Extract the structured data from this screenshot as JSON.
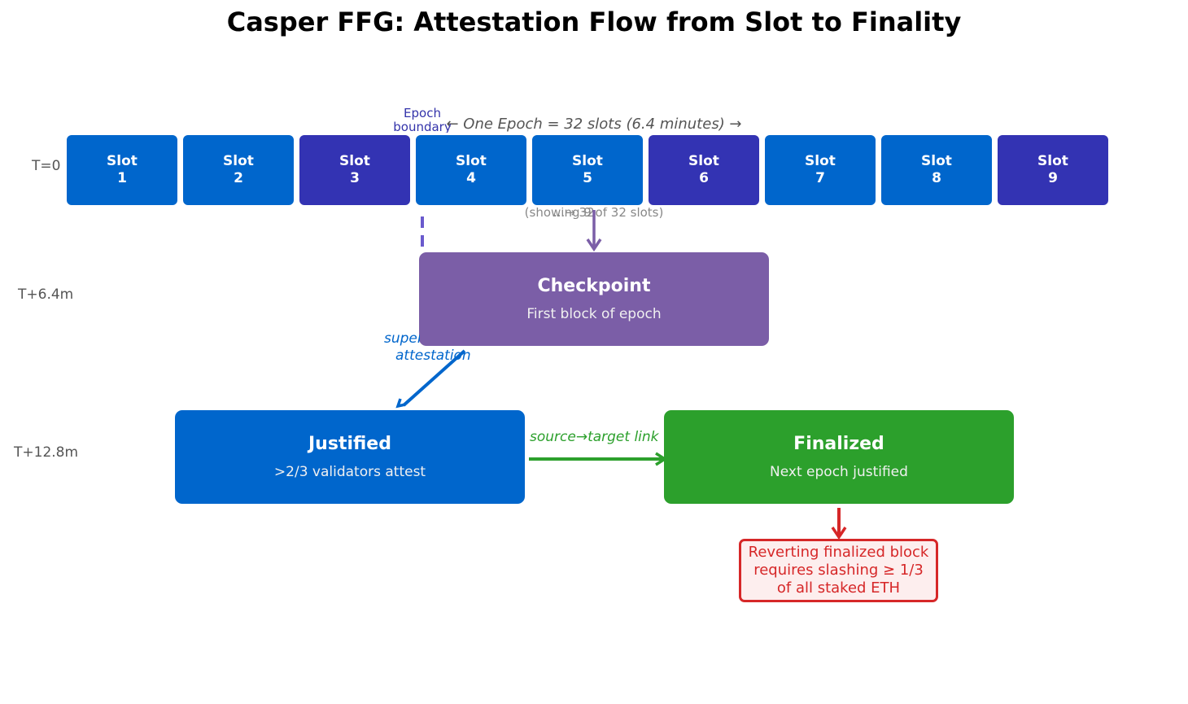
{
  "title": "Casper FFG: Attestation Flow from Slot to Finality",
  "timeline": {
    "t0": "T=0",
    "t64": "T+6.4m",
    "t128": "T+12.8m"
  },
  "epoch_caption": "← One Epoch = 32 slots (6.4 minutes) →",
  "epoch_boundary_label": "Epoch boundary",
  "slots_note_back": "(showing 9 of 32 slots)",
  "slots_note_front": "...→ 32",
  "slot_word": "Slot",
  "slots": [
    {
      "number": "1",
      "color": "#0066cc"
    },
    {
      "number": "2",
      "color": "#0066cc"
    },
    {
      "number": "3",
      "color": "#3333b3"
    },
    {
      "number": "4",
      "color": "#0066cc"
    },
    {
      "number": "5",
      "color": "#0066cc"
    },
    {
      "number": "6",
      "color": "#3333b3"
    },
    {
      "number": "7",
      "color": "#0066cc"
    },
    {
      "number": "8",
      "color": "#0066cc"
    },
    {
      "number": "9",
      "color": "#3333b3"
    }
  ],
  "checkpoint": {
    "title": "Checkpoint",
    "subtitle": "First block of epoch"
  },
  "justified": {
    "title": "Justified",
    "subtitle": ">2/3 validators attest"
  },
  "finalized": {
    "title": "Finalized",
    "subtitle": "Next epoch justified"
  },
  "supermajority_label": [
    "supermajority",
    "attestation"
  ],
  "link_label": "source→target link",
  "warning": "Reverting finalized block requires slashing ≥ 1/3 of all staked ETH",
  "colors": {
    "slot_blue": "#0066cc",
    "slot_indigo": "#3333b3",
    "checkpoint": "#7b5ea7",
    "justified": "#0066cc",
    "finalized": "#2ca02c",
    "warning": "#d62728"
  }
}
